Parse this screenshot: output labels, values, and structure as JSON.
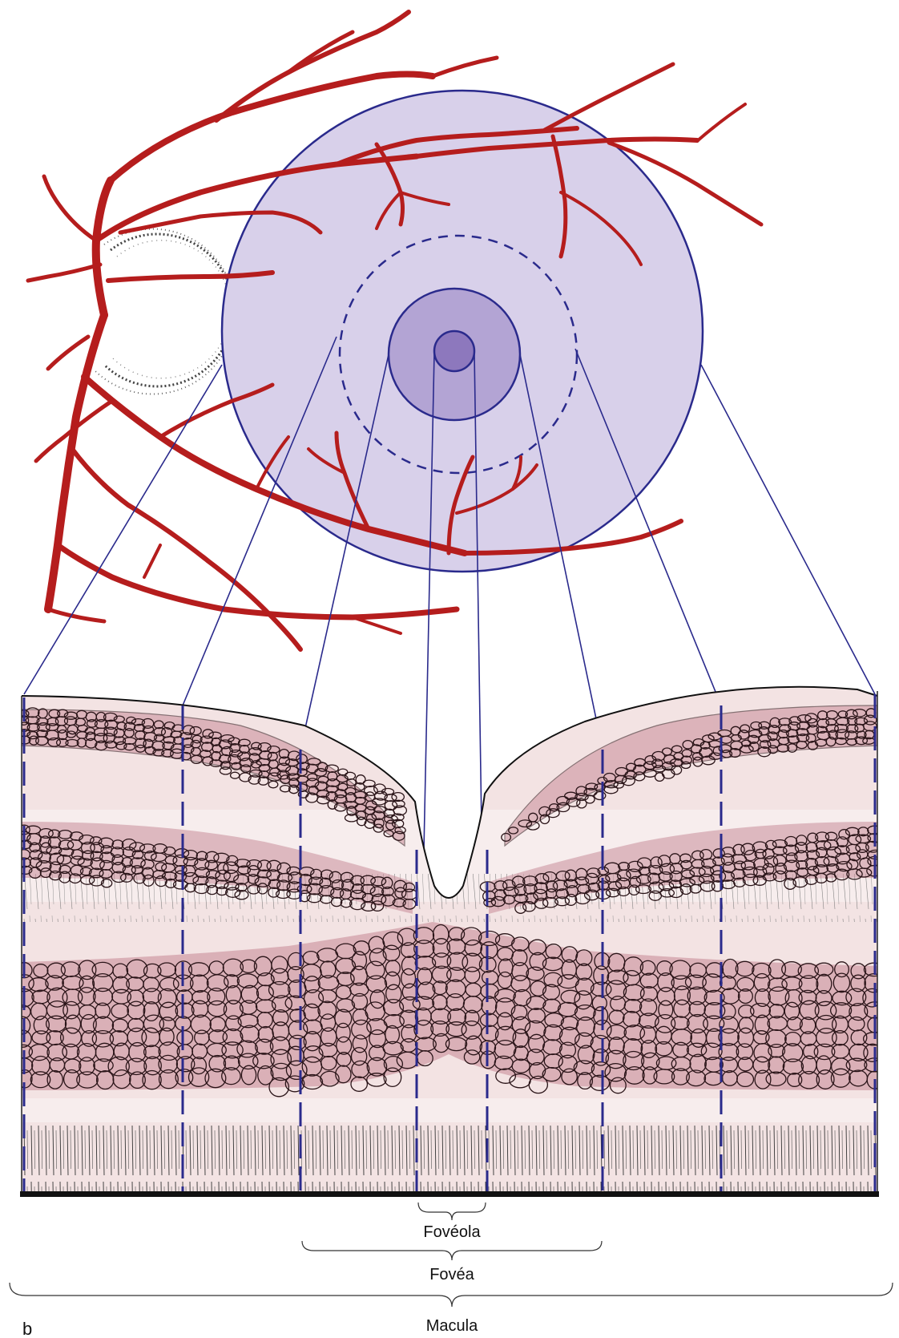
{
  "figure": {
    "panel_letter": "b",
    "labels": {
      "foveola": "Fovéola",
      "fovea": "Fovéa",
      "macula": "Macula"
    },
    "colors": {
      "vessel": "#b51d1d",
      "macula_fill": "#d8d0ea",
      "fovea_fill": "#b3a4d4",
      "foveola_fill": "#8d78bd",
      "outline": "#2a2a8c",
      "tissue_pink": "#f3e3e3",
      "cell_fill": "#c98d99",
      "cell_outline": "#2a1418"
    }
  }
}
